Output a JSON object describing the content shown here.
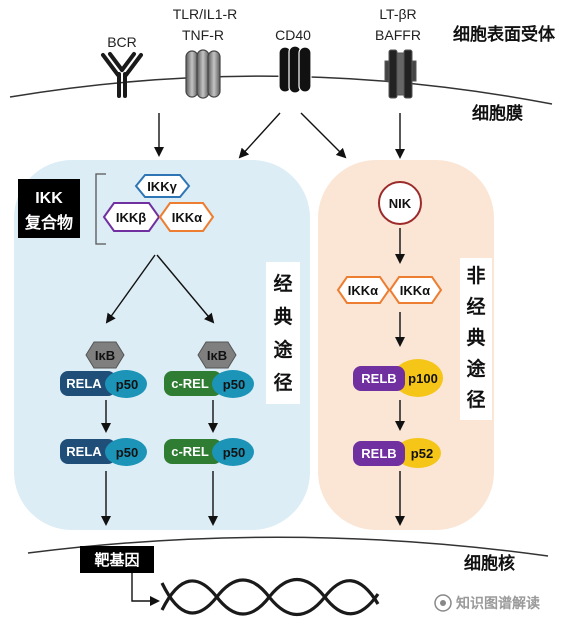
{
  "receptors": {
    "bcr": "BCR",
    "tlr_line1": "TLR/IL1-R",
    "tlr_line2": "TNF-R",
    "cd40": "CD40",
    "ltbr_line1": "LT-βR",
    "ltbr_line2": "BAFFR"
  },
  "side_labels": {
    "surface_receptor": "细胞表面受体",
    "membrane": "细胞膜",
    "nucleus": "细胞核"
  },
  "ikk_complex": {
    "label_line1": "IKK",
    "label_line2": "复合物",
    "gamma": "IKKγ",
    "beta": "IKKβ",
    "alpha": "IKKα"
  },
  "canonical": {
    "title_chars": [
      "经",
      "典",
      "途",
      "径"
    ],
    "ikb": "IκB",
    "rela": "RELA",
    "crel": "c-REL",
    "p50": "p50"
  },
  "noncanonical": {
    "title_chars": [
      "非",
      "经",
      "典",
      "途",
      "径"
    ],
    "nik": "NIK",
    "ikka": "IKKα",
    "relb": "RELB",
    "p100": "p100",
    "p52": "p52"
  },
  "target_gene": "靶基因",
  "watermark": "知识图谱解读",
  "colors": {
    "canonical_bg": "#dcedf5",
    "noncanonical_bg": "#fbe6d6",
    "rela": "#1f4e79",
    "p50": "#1b94b8",
    "crel": "#2e7d32",
    "relb": "#7030a0",
    "p100": "#f5c518",
    "ikb": "#7f7f7f",
    "ikk_gamma": "#2e75b6",
    "ikk_beta": "#7030a0",
    "ikk_alpha": "#ed7d31",
    "nik_ring": "#9c2a2a"
  }
}
